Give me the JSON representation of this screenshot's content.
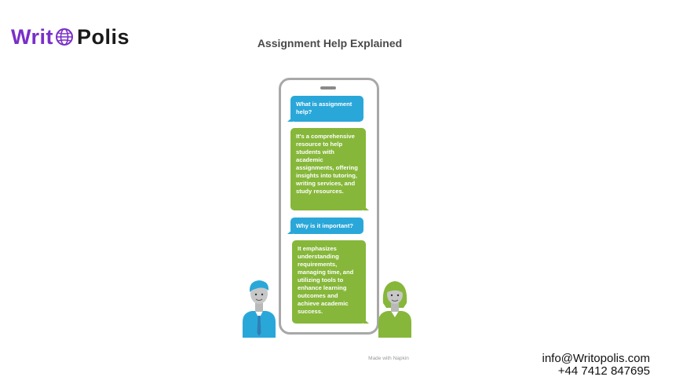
{
  "brand": {
    "writ": "Writ",
    "polis": "Polis",
    "colors": {
      "primary": "#7a2fc8",
      "dark": "#1a1a1a"
    }
  },
  "title": "Assignment Help Explained",
  "chat": [
    {
      "role": "question",
      "text": "What is assignment help?"
    },
    {
      "role": "answer",
      "text": "It's a comprehensive resource to help students with academic assignments, offering insights into tutoring, writing services, and study resources."
    },
    {
      "role": "question",
      "text": "Why is it important?"
    },
    {
      "role": "answer",
      "text": "It emphasizes understanding requirements, managing time, and utilizing tools to enhance learning outcomes and achieve academic success."
    }
  ],
  "colors": {
    "question": "#2aa7d9",
    "answer": "#86b73a",
    "frame": "#a8a8a8"
  },
  "footer": {
    "made_with": "Made with  Napkin"
  },
  "contact": {
    "email": "info@Writopolis.com",
    "phone": "+44 7412 847695"
  }
}
